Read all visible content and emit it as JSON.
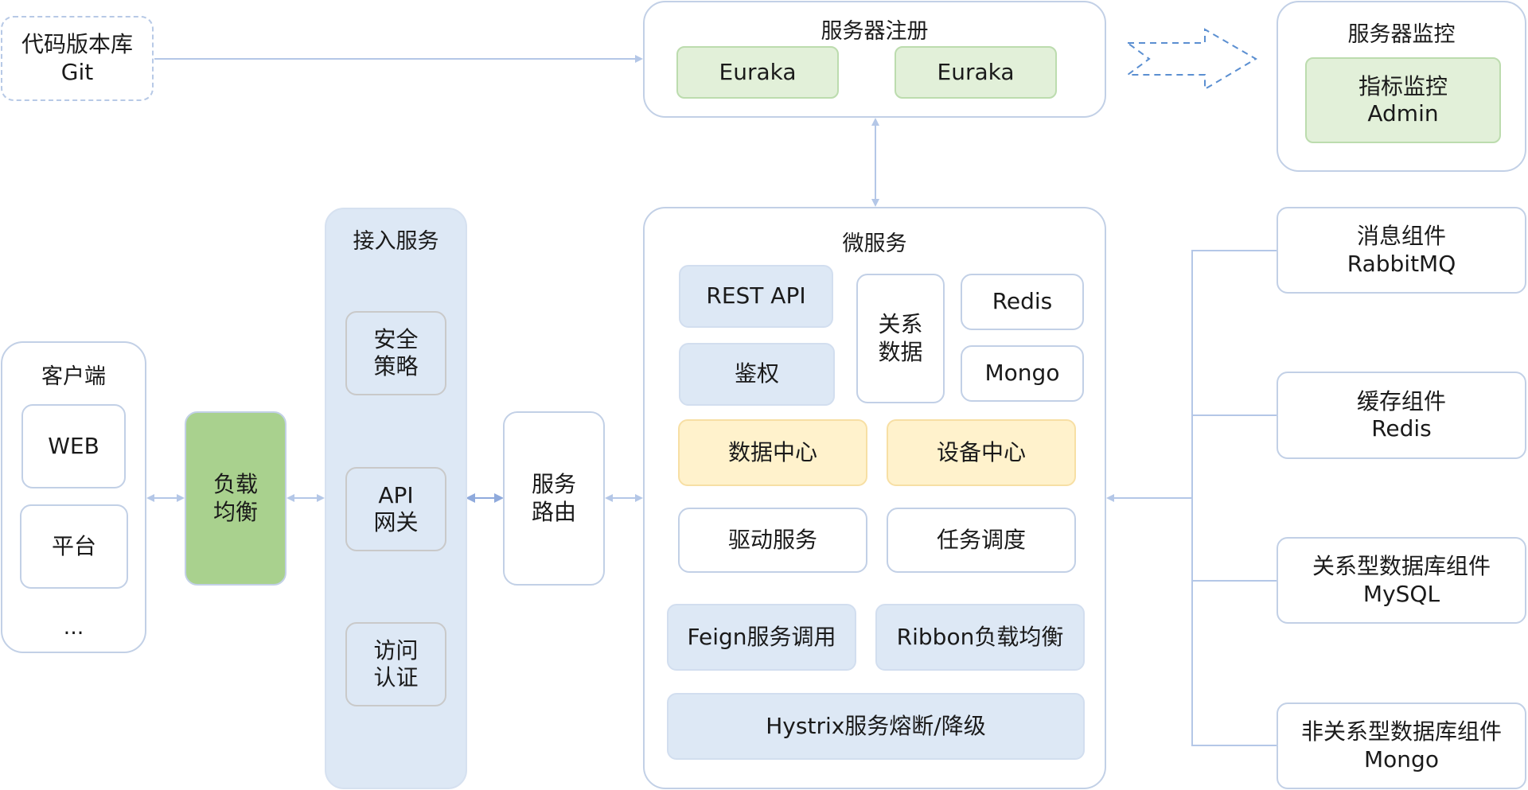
{
  "git": {
    "line1": "代码版本库",
    "line2": "Git"
  },
  "registry": {
    "title": "服务器注册",
    "node1": "Euraka",
    "node2": "Euraka"
  },
  "monitor": {
    "title": "服务器监控",
    "line1": "指标监控",
    "line2": "Admin"
  },
  "client": {
    "title": "客户端",
    "web": "WEB",
    "platform": "平台",
    "more": "..."
  },
  "lb": {
    "line1": "负载",
    "line2": "均衡"
  },
  "access": {
    "title": "接入服务",
    "security": {
      "line1": "安全",
      "line2": "策略"
    },
    "gateway": {
      "line1": "API",
      "line2": "网关"
    },
    "auth": {
      "line1": "访问",
      "line2": "认证"
    }
  },
  "routing": {
    "line1": "服务",
    "line2": "路由"
  },
  "micro": {
    "title": "微服务",
    "rest_api": "REST API",
    "authz": "鉴权",
    "relational": {
      "line1": "关系",
      "line2": "数据"
    },
    "redis": "Redis",
    "mongo": "Mongo",
    "data_center": "数据中心",
    "device_center": "设备中心",
    "driver_service": "驱动服务",
    "task_scheduling": "任务调度",
    "feign": "Feign服务调用",
    "ribbon": "Ribbon负载均衡",
    "hystrix": "Hystrix服务熔断/降级"
  },
  "components": [
    {
      "line1": "消息组件",
      "line2": "RabbitMQ"
    },
    {
      "line1": "缓存组件",
      "line2": "Redis"
    },
    {
      "line1": "关系型数据库组件",
      "line2": "MySQL"
    },
    {
      "line1": "非关系型数据库组件",
      "line2": "Mongo"
    }
  ],
  "colors": {
    "group_border": "#c2d0e6",
    "light_blue": "#dde8f5",
    "light_green": "#e2f0d9",
    "lb_green": "#a9d18e",
    "light_yellow": "#fff2cc",
    "connector": "#b4c7e7"
  }
}
